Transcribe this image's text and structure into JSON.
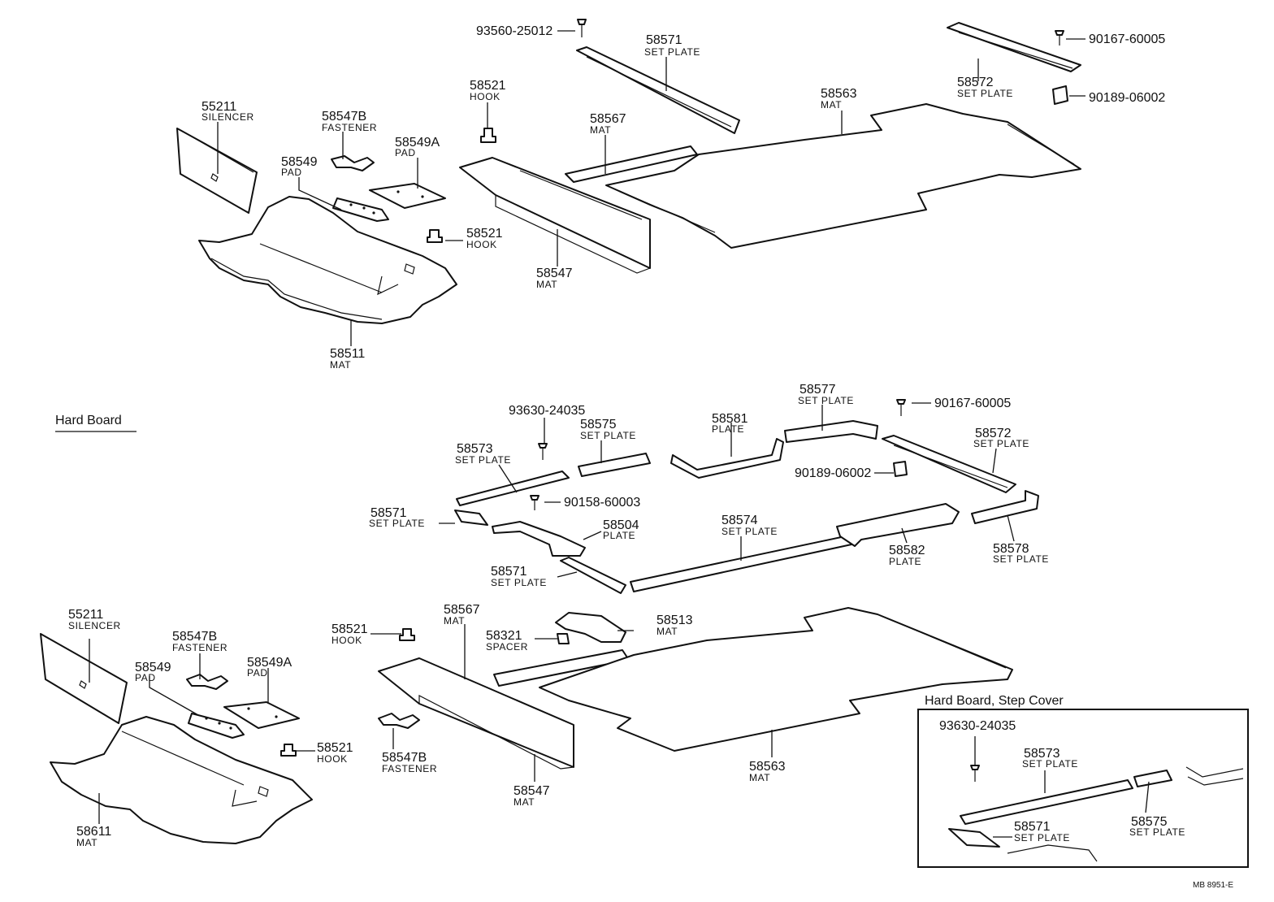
{
  "sections": {
    "hard_board": "Hard Board",
    "hard_board_step_cover": "Hard Board, Step Cover"
  },
  "parts": {
    "p93560_25012": "93560-25012",
    "p58571_top": "58571",
    "n58571_top": "SET PLATE",
    "p90167_top": "90167-60005",
    "p58572_top": "58572",
    "n58572_top": "SET PLATE",
    "p90189_top": "90189-06002",
    "p58521_a": "58521",
    "n58521_a": "HOOK",
    "p58563_top": "58563",
    "n58563_top": "MAT",
    "p55211_top": "55211",
    "n55211_top": "SILENCER",
    "p58547b_top": "58547B",
    "n58547b_top": "FASTENER",
    "p58567_top": "58567",
    "n58567_top": "MAT",
    "p58549a_top": "58549A",
    "n58549a_top": "PAD",
    "p58549_top": "58549",
    "n58549_top": "PAD",
    "p58521_b": "58521",
    "n58521_b": "HOOK",
    "p58547_top": "58547",
    "n58547_top": "MAT",
    "p58511": "58511",
    "n58511": "MAT",
    "p58577": "58577",
    "n58577": "SET PLATE",
    "p90167_mid": "90167-60005",
    "p93630_mid": "93630-24035",
    "p58581": "58581",
    "n58581": "PLATE",
    "p58575_mid": "58575",
    "n58575_mid": "SET PLATE",
    "p58572_mid": "58572",
    "n58572_mid": "SET PLATE",
    "p58573_mid": "58573",
    "n58573_mid": "SET PLATE",
    "p90189_mid": "90189-06002",
    "p90158": "90158-60003",
    "p58571_m1": "58571",
    "n58571_m1": "SET PLATE",
    "p58504": "58504",
    "n58504": "PLATE",
    "p58574": "58574",
    "n58574": "SET PLATE",
    "p58582": "58582",
    "n58582": "PLATE",
    "p58578": "58578",
    "n58578": "SET PLATE",
    "p58571_m2": "58571",
    "n58571_m2": "SET PLATE",
    "p55211_bot": "55211",
    "n55211_bot": "SILENCER",
    "p58521_c": "58521",
    "n58521_c": "HOOK",
    "p58567_bot": "58567",
    "n58567_bot": "MAT",
    "p58513": "58513",
    "n58513": "MAT",
    "p58321": "58321",
    "n58321": "SPACER",
    "p58547b_bot": "58547B",
    "n58547b_bot": "FASTENER",
    "p58549a_bot": "58549A",
    "n58549a_bot": "PAD",
    "p58549_bot": "58549",
    "n58549_bot": "PAD",
    "p58521_d": "58521",
    "n58521_d": "HOOK",
    "p58547b_bot2": "58547B",
    "n58547b_bot2": "FASTENER",
    "p58547_bot": "58547",
    "n58547_bot": "MAT",
    "p58563_bot": "58563",
    "n58563_bot": "MAT",
    "p58611": "58611",
    "n58611": "MAT",
    "p93630_inset": "93630-24035",
    "p58573_inset": "58573",
    "n58573_inset": "SET PLATE",
    "p58575_inset": "58575",
    "n58575_inset": "SET PLATE",
    "p58571_inset": "58571",
    "n58571_inset": "SET PLATE"
  },
  "reference_code": "MB  8951-E"
}
